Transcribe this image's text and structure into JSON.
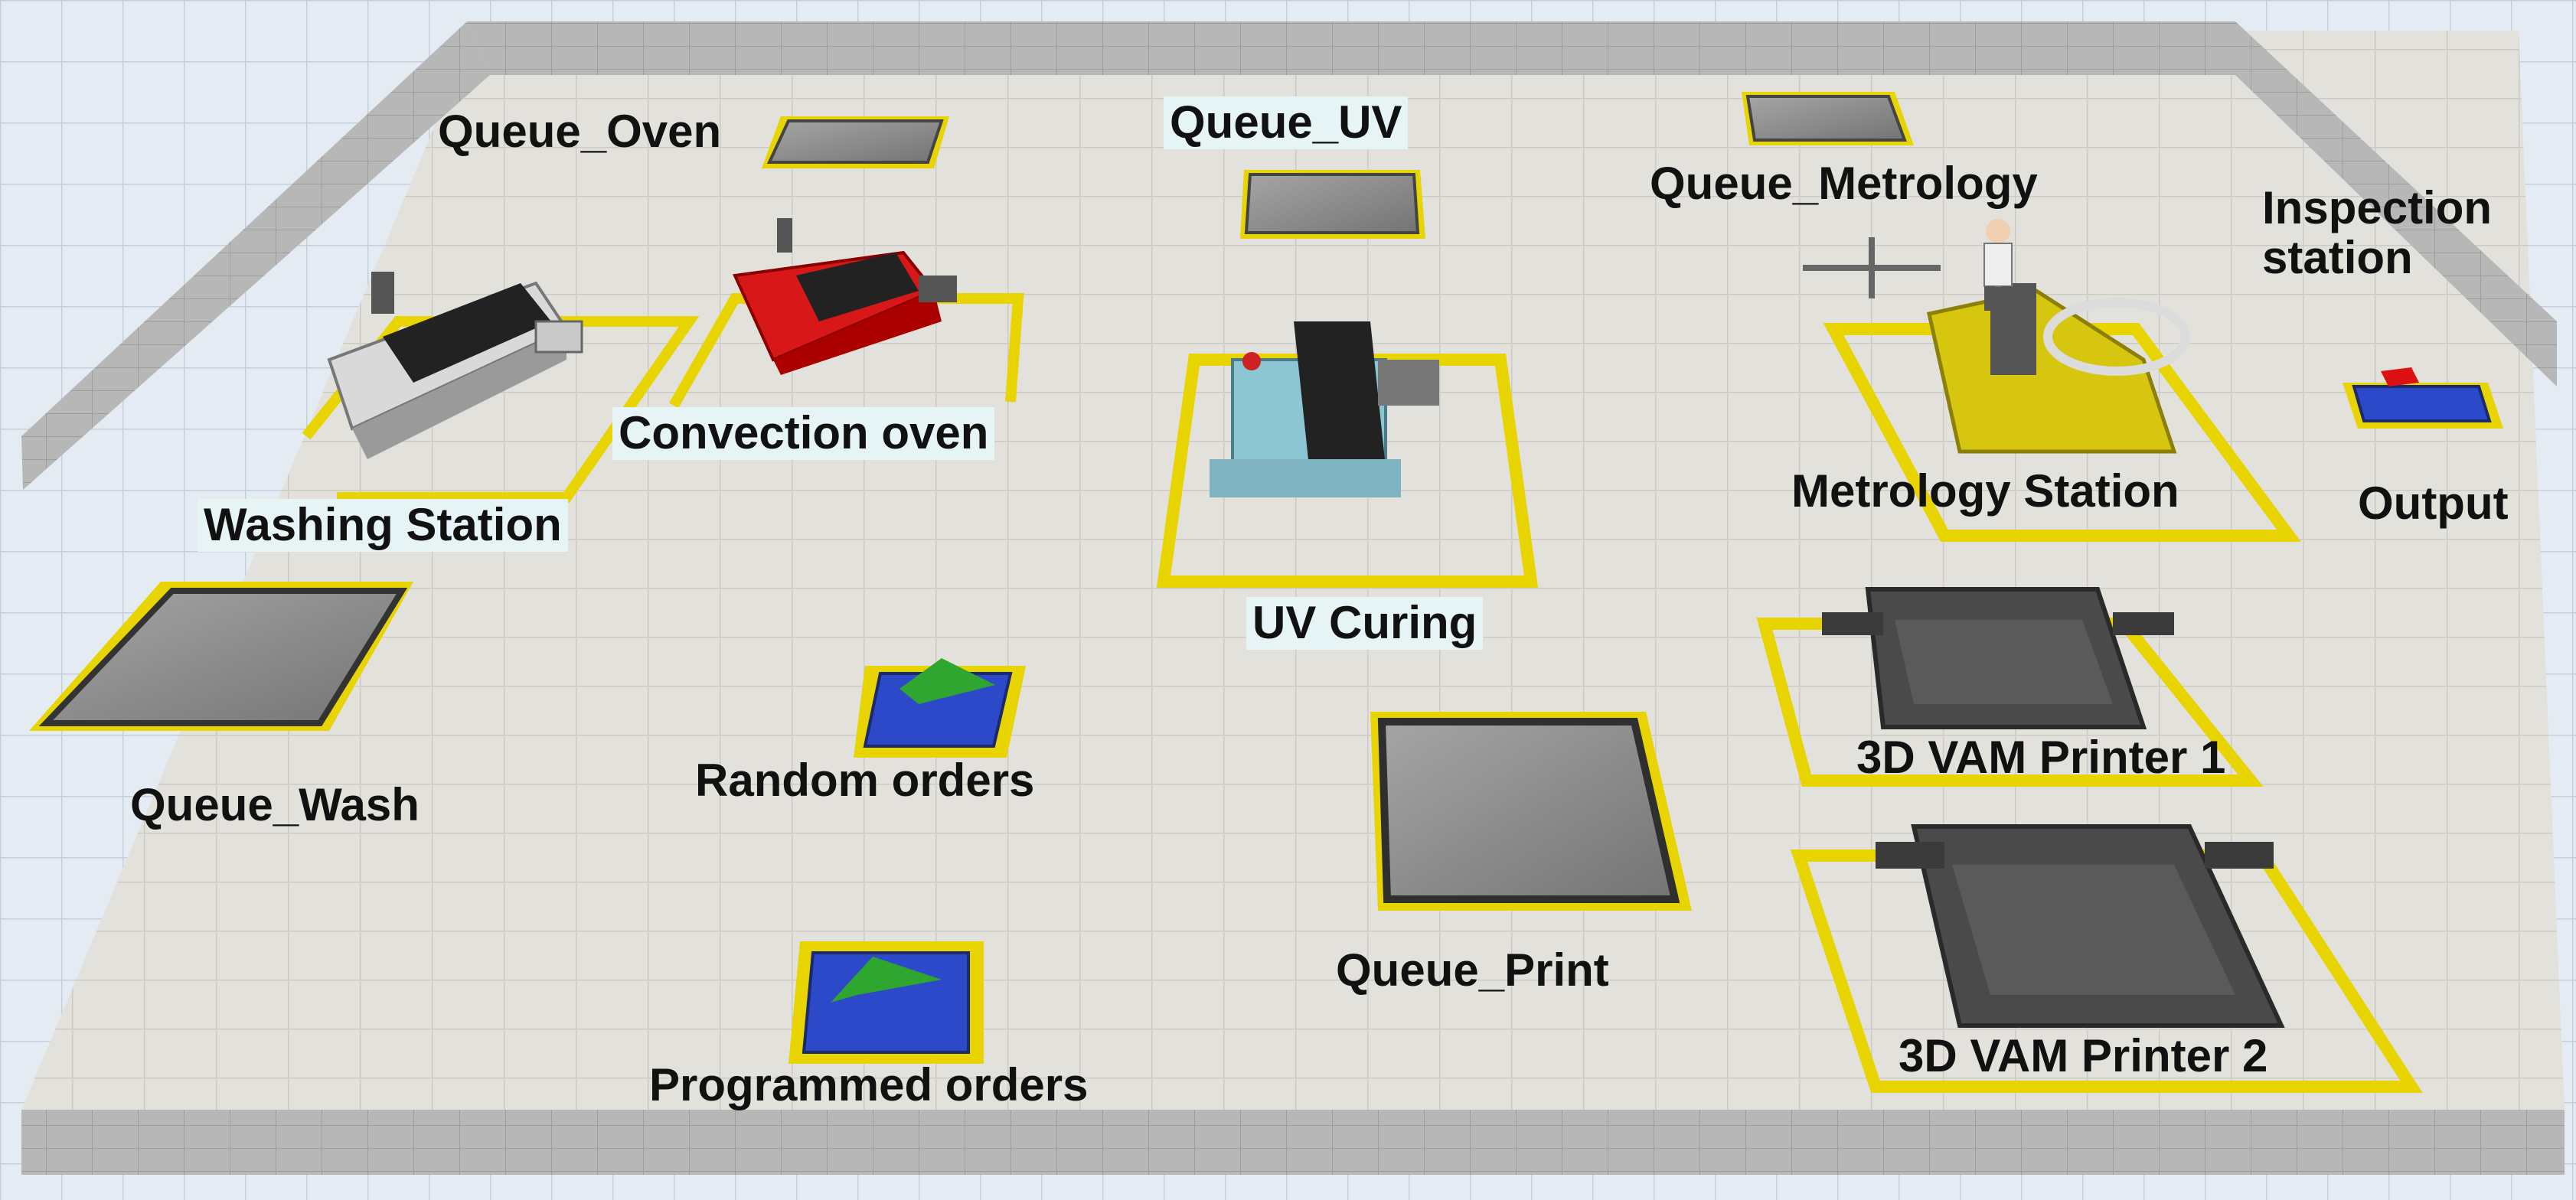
{
  "labels": {
    "queue_oven": "Queue_Oven",
    "queue_uv": "Queue_UV",
    "queue_metrology": "Queue_Metrology",
    "inspection_station": "Inspection\nstation",
    "convection_oven": "Convection oven",
    "washing_station": "Washing Station",
    "uv_curing": "UV Curing",
    "metrology_station": "Metrology Station",
    "output": "Output",
    "queue_wash": "Queue_Wash",
    "random_orders": "Random orders",
    "printer_1": "3D VAM Printer 1",
    "queue_print": "Queue_Print",
    "programmed_orders": "Programmed orders",
    "printer_2": "3D VAM Printer 2"
  },
  "colors": {
    "floor": "#e3e1dc",
    "grid": "#c9c7c2",
    "wall": "#b9b9b9",
    "outer_grid": "#d4dde8",
    "zone_outline": "#e8d400",
    "queue_tile": "#8e8e8e",
    "source_blue": "#2c49c9",
    "source_green": "#2fa62f",
    "oven_red": "#d81818",
    "uv_teal": "#8cc6d2",
    "metrology_yellow": "#d7c610",
    "printer_gray": "#4a4a4a",
    "label_highlight": "#e6f4f6"
  },
  "icons": [
    "queue-tile-icon",
    "conveyor-icon",
    "oven-icon",
    "printer-icon",
    "robot-arm-icon",
    "operator-icon",
    "source-icon",
    "sink-icon",
    "crosshair-icon"
  ]
}
